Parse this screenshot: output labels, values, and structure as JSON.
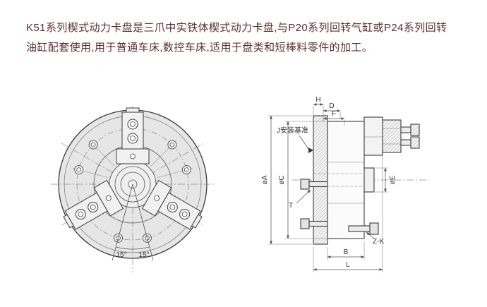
{
  "colors": {
    "text": "#5d2e2e",
    "drawing_line": "#3c3c3c",
    "drawing_fill": "#e6e6e6"
  },
  "description": {
    "text": "K51系列楔式动力卡盘是三爪中实铁体楔式动力卡盘,与P20系列回转气缸或P24系列回转油缸配套使用,用于普通车床,数控车床,适用于盘类和短棒料零件的加工。"
  },
  "front_view": {
    "angle_left": "15°",
    "angle_right": "15°"
  },
  "side_view": {
    "datum": "J安装基准",
    "dims": {
      "h": "H",
      "d": "D",
      "f": "F",
      "a": "øA",
      "c": "øC",
      "e": "øE",
      "t": "T",
      "zk": "Z-K",
      "b": "B",
      "l": "L"
    }
  }
}
